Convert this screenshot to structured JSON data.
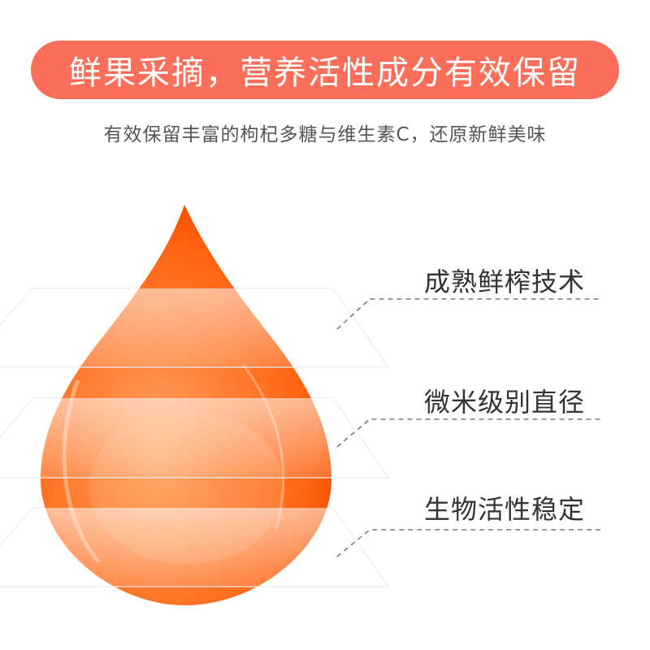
{
  "banner": {
    "text": "鲜果采摘，营养活性成分有效保留",
    "color": "#fa6e5a"
  },
  "subtitle": "有效保留丰富的枸杞多糖与维生素C，还原新鲜美味",
  "drop_icon": "orange-water-drop",
  "drop_color": "#ff6a1a",
  "features": [
    {
      "label": "成熟鲜榨技术"
    },
    {
      "label": "微米级别直径"
    },
    {
      "label": "生物活性稳定"
    }
  ]
}
